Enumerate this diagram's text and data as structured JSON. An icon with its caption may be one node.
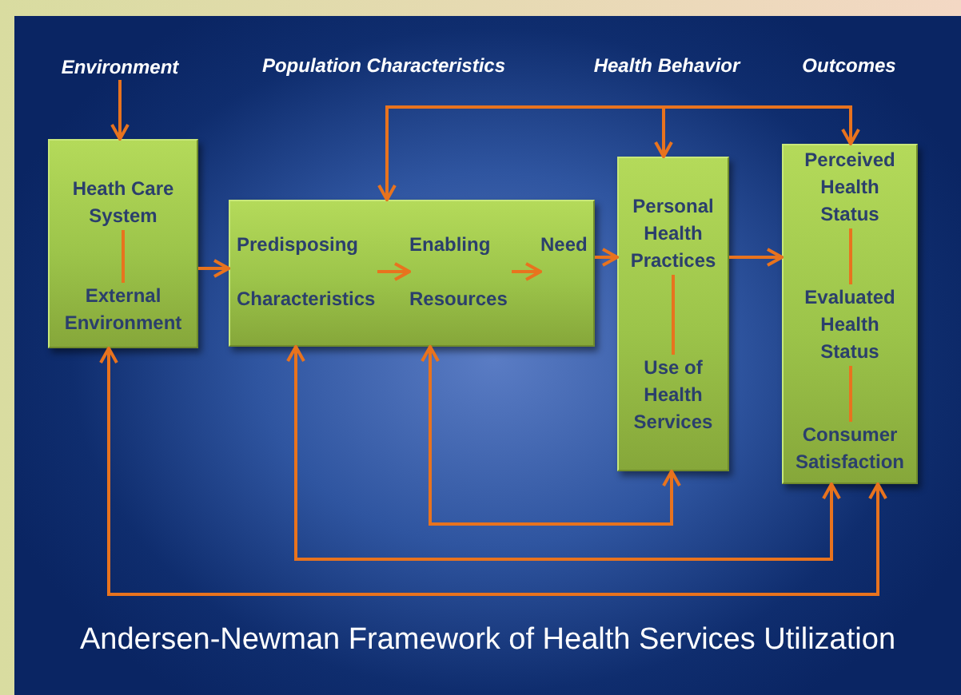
{
  "diagram": {
    "caption": "Andersen-Newman Framework of Health Services Utilization",
    "nodes": [
      {
        "text": [
          "Environment"
        ]
      },
      {
        "text": [],
        "shape": "box"
      },
      {
        "text": [
          "Heath Care System"
        ],
        "in": 1
      },
      {
        "text": [
          "External Environment"
        ],
        "in": 1
      },
      {
        "text": [],
        "shape": "box"
      },
      {
        "text": [
          "Predisposing Characteristics"
        ],
        "in": 4
      },
      {
        "text": [
          "Enabling Resources"
        ],
        "in": 4
      },
      {
        "text": [
          "Need"
        ],
        "in": 4
      },
      {
        "text": [],
        "shape": "box"
      },
      {
        "text": [
          "Personal Health Practices"
        ],
        "in": 8
      },
      {
        "text": [
          "Use of Health Services"
        ],
        "in": 8
      },
      {
        "text": [],
        "shape": "box"
      },
      {
        "text": [
          "Perceived Health Status"
        ],
        "in": 11
      },
      {
        "text": [
          "Evaluated Health Status"
        ],
        "in": 11
      },
      {
        "text": [
          "Consumer Satisfaction"
        ],
        "in": 11
      }
    ],
    "edges": [
      {
        "from": 0,
        "to": 1,
        "arrow": "to"
      },
      {
        "from": 2,
        "to": 3,
        "arrow": "none"
      },
      {
        "from": 1,
        "to": 4,
        "arrow": "to"
      },
      {
        "from": 5,
        "to": 6,
        "arrow": "to"
      },
      {
        "from": 6,
        "to": 7,
        "arrow": "to"
      },
      {
        "from": 4,
        "to": 8,
        "arrow": "to"
      },
      {
        "from": 8,
        "to": 11,
        "arrow": "to"
      },
      {
        "from": null,
        "to": 4,
        "arrow": "to"
      },
      {
        "from": null,
        "to": 8,
        "arrow": "to"
      },
      {
        "from": null,
        "to": 11,
        "arrow": "to"
      },
      {
        "from": 9,
        "to": 10,
        "arrow": "none"
      },
      {
        "from": 12,
        "to": 13,
        "arrow": "none"
      },
      {
        "from": 13,
        "to": 14,
        "arrow": "none"
      },
      {
        "from": 4,
        "to": 8,
        "arrow": "both"
      },
      {
        "from": 4,
        "to": 11,
        "arrow": "both"
      },
      {
        "from": 1,
        "to": 11,
        "arrow": "both"
      }
    ],
    "labels": [
      "Population Characteristics",
      "Health Behavior",
      "Outcomes"
    ]
  }
}
